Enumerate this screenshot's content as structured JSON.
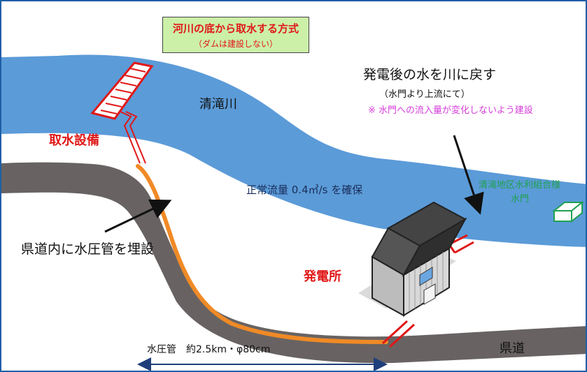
{
  "colors": {
    "river": "#5b9bd8",
    "road": "#686362",
    "penstock": "#f08a26",
    "red": "#e01818",
    "magenta": "#d43fd8",
    "green": "#20a050",
    "callout_bg": "#ccf0a8",
    "frame": "#1f5fa6"
  },
  "callout": {
    "title": "河川の底から取水する方式",
    "subtitle": "（ダムは建設しない）"
  },
  "river_name": "清滝川",
  "intake_label": "取水設備",
  "flow_label": "正常流量 0.4㎥/s を確保",
  "return": {
    "title": "発電後の水を川に戻す",
    "subtitle": "（水門より上流にて）",
    "note": "※ 水門への流入量が変化しないよう建設"
  },
  "sluice": {
    "line1": "清滝地区水利組合様",
    "line2": "水門"
  },
  "buried_label": "県道内に水圧管を埋設",
  "powerhouse_label": "発電所",
  "road_label": "県道",
  "penstock_label": "水圧管　約2.5km・φ80cm",
  "icons": [
    "intake-grate-icon",
    "powerhouse-building-icon",
    "sluice-gate-icon",
    "arrow-icon"
  ]
}
